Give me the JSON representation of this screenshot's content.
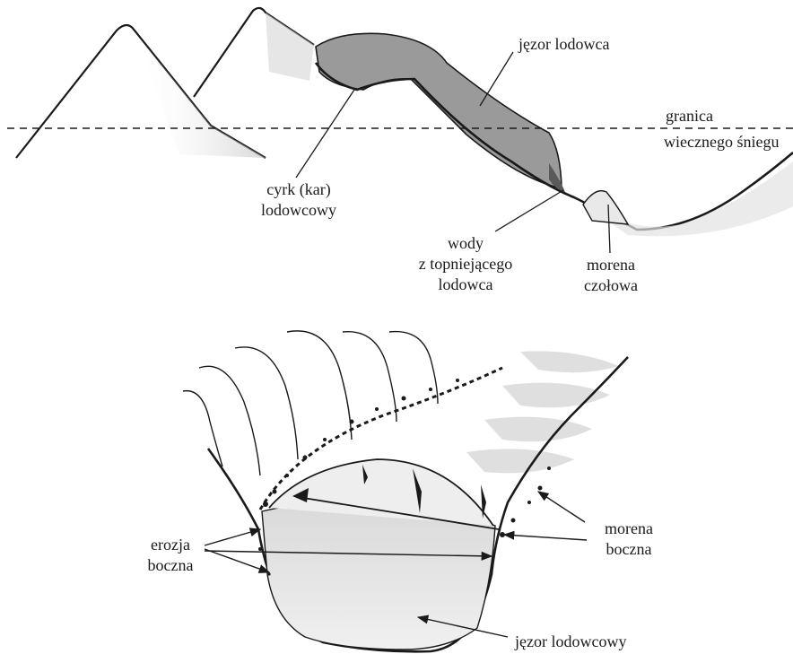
{
  "labels": {
    "tongue_upper": "jęzor lodowca",
    "snowline_l1": "granica",
    "snowline_l2": "wiecznego śniegu",
    "cirque_l1": "cyrk (kar)",
    "cirque_l2": "lodowcowy",
    "meltwater_l1": "wody",
    "meltwater_l2": "z topniejącego",
    "meltwater_l3": "lodowca",
    "terminal_l1": "morena",
    "terminal_l2": "czołowa",
    "erosion_l1": "erozja",
    "erosion_l2": "boczna",
    "lateral_l1": "morena",
    "lateral_l2": "boczna",
    "tongue_lower": "jęzor lodowcowy"
  },
  "colors": {
    "ink": "#1a1a1a",
    "glacier_fill": "#9a9a9a",
    "shade": "#cfcfcf",
    "ice_light": "#e6e6e6"
  }
}
